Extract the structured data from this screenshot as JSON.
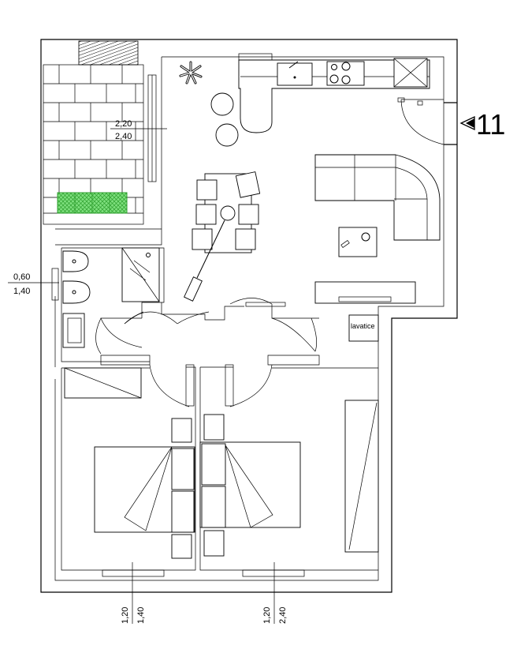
{
  "balcony_dimensions": {
    "top": "2,20",
    "bottom": "2,40"
  },
  "bath_window_dimensions": {
    "top": "0,60",
    "bottom": "1,40"
  },
  "bedroom_left_window_dimensions": {
    "first": "1,20",
    "second": "1,40"
  },
  "bedroom_right_window_dimensions": {
    "first": "1,20",
    "second": "2,40"
  },
  "section_marker": "11",
  "appliance_label": "lavatice",
  "colors": {
    "planter_fill": "#7ee07e",
    "planter_stroke": "#2e9e2e",
    "line": "#000000"
  }
}
